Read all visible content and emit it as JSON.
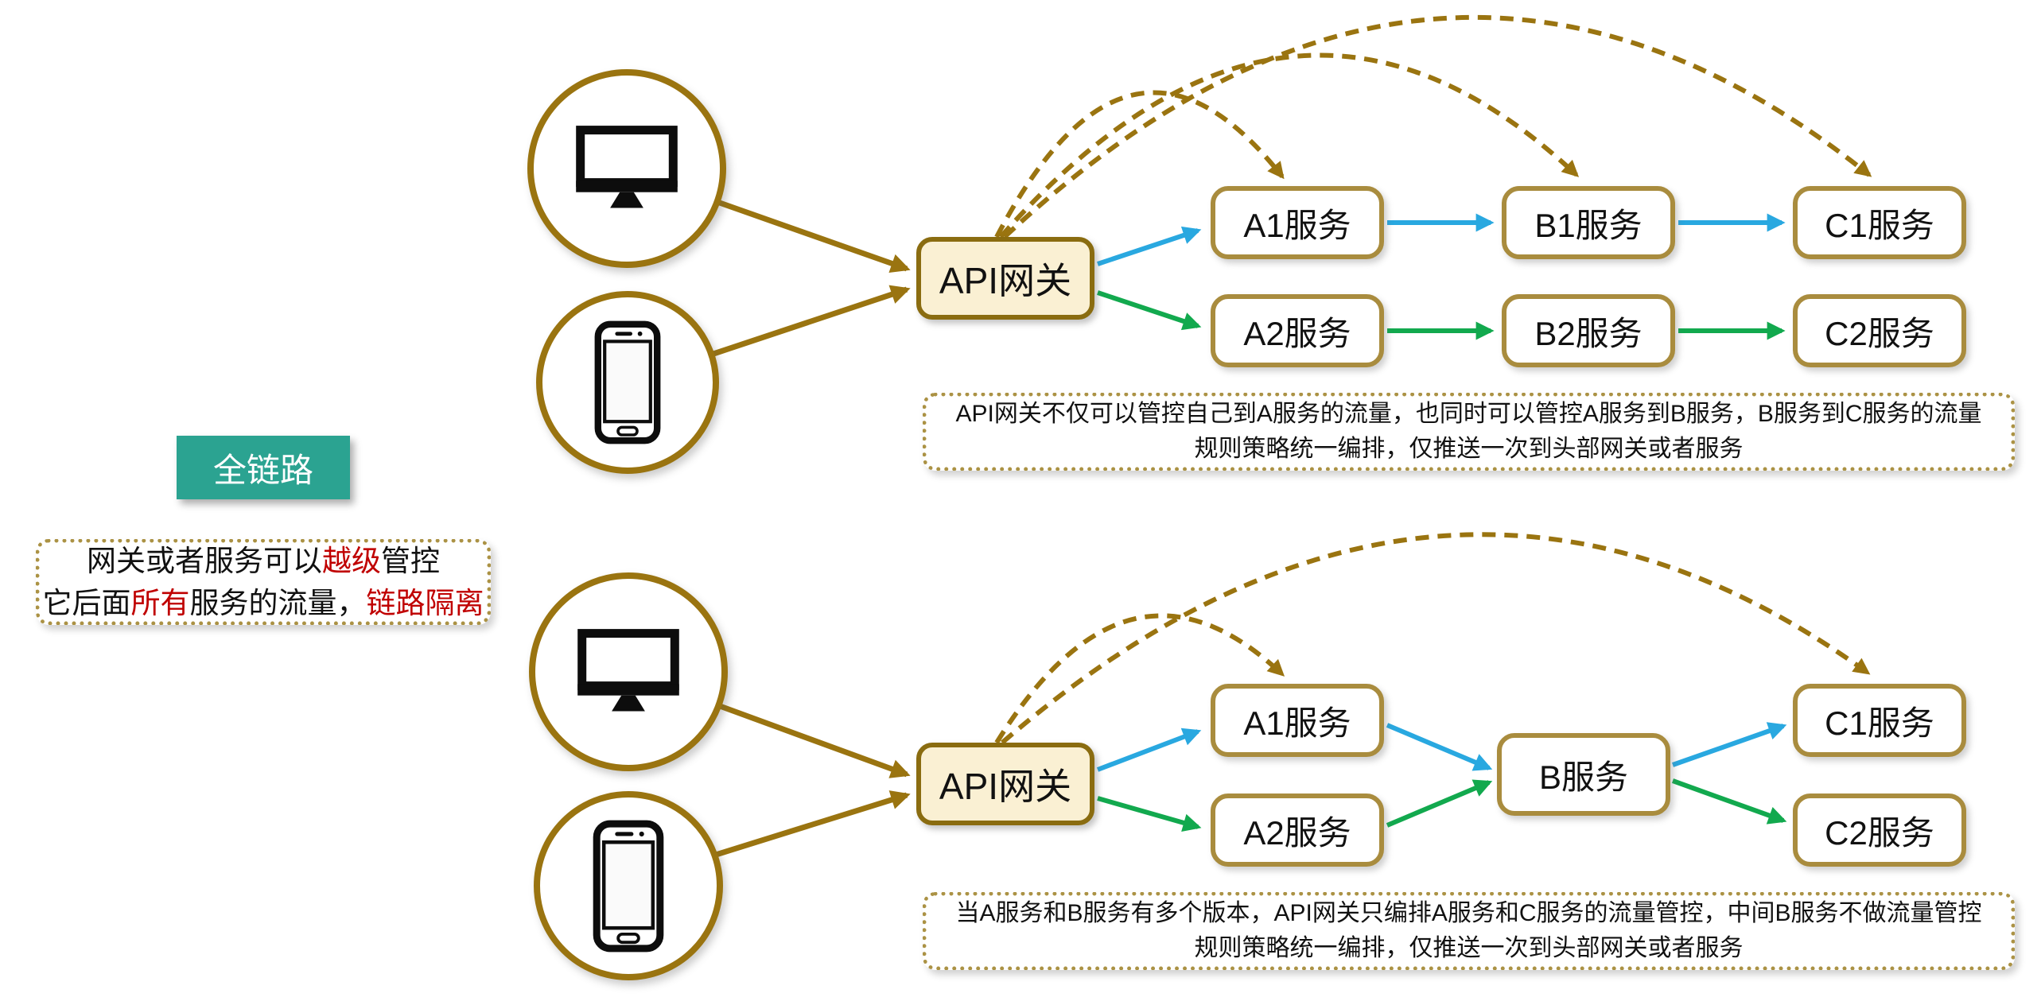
{
  "colors": {
    "gold_line": "#9a7410",
    "box_border": "#a98c3e",
    "gateway_fill": "#faf0d3",
    "gateway_border": "#8a6c10",
    "blue_arrow": "#29a8e0",
    "green_arrow": "#12a94e",
    "teal_badge": "#2ba391",
    "red_text": "#c00000"
  },
  "left_panel": {
    "badge_label": "全链路",
    "note": {
      "line1": [
        {
          "text": "网关或者服务可以",
          "red": false
        },
        {
          "text": "越级",
          "red": true
        },
        {
          "text": "管控",
          "red": false
        }
      ],
      "line2": [
        {
          "text": "它后面",
          "red": false
        },
        {
          "text": "所有",
          "red": true
        },
        {
          "text": "服务的流量，",
          "red": false
        },
        {
          "text": "链路隔离",
          "red": true
        }
      ]
    }
  },
  "top_flow": {
    "clients": [
      {
        "icon": "desktop-icon"
      },
      {
        "icon": "smartphone-icon"
      }
    ],
    "gateway_label": "API网关",
    "services": {
      "a1": "A1服务",
      "a2": "A2服务",
      "b1": "B1服务",
      "b2": "B2服务",
      "c1": "C1服务",
      "c2": "C2服务"
    },
    "note_line1": "API网关不仅可以管控自己到A服务的流量，也同时可以管控A服务到B服务，B服务到C服务的流量",
    "note_line2": "规则策略统一编排，仅推送一次到头部网关或者服务"
  },
  "bottom_flow": {
    "clients": [
      {
        "icon": "desktop-icon"
      },
      {
        "icon": "smartphone-icon"
      }
    ],
    "gateway_label": "API网关",
    "services": {
      "a1": "A1服务",
      "a2": "A2服务",
      "b": "B服务",
      "c1": "C1服务",
      "c2": "C2服务"
    },
    "note_line1": "当A服务和B服务有多个版本，API网关只编排A服务和C服务的流量管控，中间B服务不做流量管控",
    "note_line2": "规则策略统一编排，仅推送一次到头部网关或者服务"
  }
}
